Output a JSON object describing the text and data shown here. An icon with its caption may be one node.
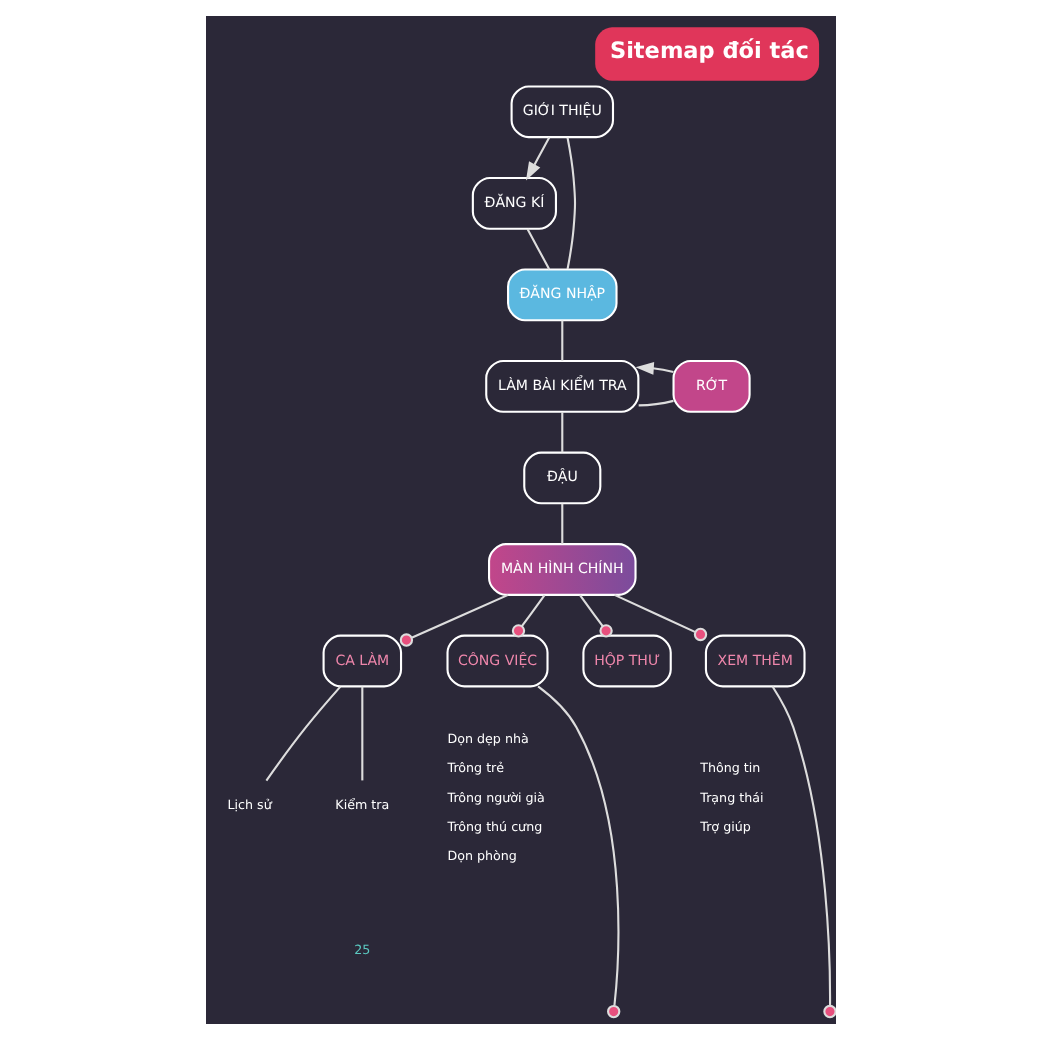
{
  "diagram": {
    "title": "Sitemap đối tác",
    "nodes": [
      {
        "text": [
          "GIỚI THIỆU"
        ]
      },
      {
        "text": [
          "ĐĂNG KÍ"
        ]
      },
      {
        "text": [
          "ĐĂNG NHẬP"
        ]
      },
      {
        "text": [
          "LÀM BÀI KIỂM TRA"
        ]
      },
      {
        "text": [
          "RỚT"
        ]
      },
      {
        "text": [
          "ĐẬU"
        ]
      },
      {
        "text": [
          "MÀN HÌNH CHÍNH"
        ]
      },
      {
        "text": [
          "CA LÀM"
        ]
      },
      {
        "text": [
          "CÔNG VIỆC"
        ],
        "beside": [
          "Dọn dẹp nhà",
          "Trông trẻ",
          "Trông người già",
          "Trông thú cưng",
          "Dọn phòng"
        ]
      },
      {
        "text": [
          "HỘP THƯ"
        ]
      },
      {
        "text": [
          "XEM THÊM"
        ],
        "beside": [
          "Thông tin",
          "Trạng thái",
          "Trợ giúp"
        ]
      },
      {
        "text": [
          "Lịch sử"
        ]
      },
      {
        "text": [
          "Kiểm tra"
        ]
      }
    ],
    "edges": [
      {
        "from": 0,
        "to": 1,
        "arrow": "to"
      },
      {
        "from": 0,
        "to": 2,
        "arrow": "none"
      },
      {
        "from": 1,
        "to": 2,
        "arrow": "none"
      },
      {
        "from": 2,
        "to": 3,
        "arrow": "none"
      },
      {
        "from": 3,
        "to": 4,
        "arrow": "none"
      },
      {
        "from": 4,
        "to": 3,
        "arrow": "to"
      },
      {
        "from": 3,
        "to": 5,
        "arrow": "none"
      },
      {
        "from": 5,
        "to": 6,
        "arrow": "none"
      },
      {
        "from": 6,
        "to": 7,
        "arrow": "other"
      },
      {
        "from": 6,
        "to": 8,
        "arrow": "other"
      },
      {
        "from": 6,
        "to": 9,
        "arrow": "other"
      },
      {
        "from": 6,
        "to": 10,
        "arrow": "other"
      },
      {
        "from": 7,
        "to": 11,
        "arrow": "none"
      },
      {
        "from": 7,
        "to": 12,
        "arrow": "none"
      },
      {
        "from": 8,
        "to": null,
        "arrow": "other"
      },
      {
        "from": 10,
        "to": null,
        "arrow": "other"
      }
    ],
    "labels": [
      "25"
    ]
  }
}
